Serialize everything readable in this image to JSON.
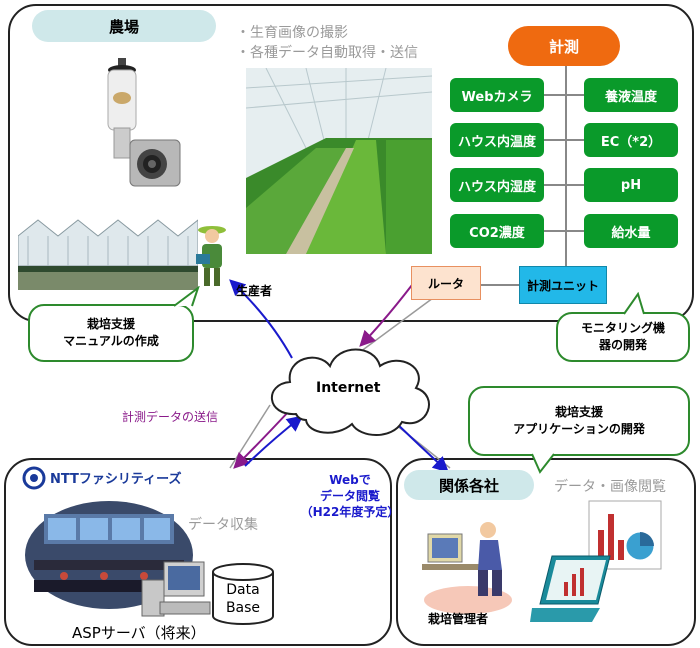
{
  "farm": {
    "title": "農場",
    "bullet1": "・生育画像の撮影",
    "bullet2": "・各種データ自動取得・送信",
    "producer_label": "生産者"
  },
  "measurement": {
    "title": "計測",
    "sensors_left": [
      "Webカメラ",
      "ハウス内温度",
      "ハウス内湿度",
      "CO2濃度"
    ],
    "sensors_right": [
      "養液温度",
      "EC（*2）",
      "pH",
      "給水量"
    ],
    "unit_label": "計測ユニット",
    "router_label": "ルータ"
  },
  "callouts": {
    "manual": [
      "栽培支援",
      "マニュアルの作成"
    ],
    "monitoring": [
      "モニタリング機",
      "器の開発"
    ],
    "app": [
      "栽培支援",
      "アプリケーションの開発"
    ]
  },
  "network": {
    "internet_label": "Internet",
    "send_label": "計測データの送信",
    "web_view": [
      "Webで",
      "データ閲覧",
      "（H22年度予定）"
    ]
  },
  "asp": {
    "company_name": "NTTファシリティーズ",
    "data_collection": "データ収集",
    "database": [
      "Data",
      "Base"
    ],
    "title": "ASPサーバ（将来）"
  },
  "related": {
    "title": "関係各社",
    "data_view": "データ・画像閲覧",
    "manager_label": "栽培管理者"
  },
  "colors": {
    "sensor_green": "#0a9a2a",
    "measure_orange": "#ef6a10",
    "panel_label_bg": "#cfe8ea",
    "send_arrow": "#8a1a8a",
    "web_arrow": "#1a1acc"
  }
}
